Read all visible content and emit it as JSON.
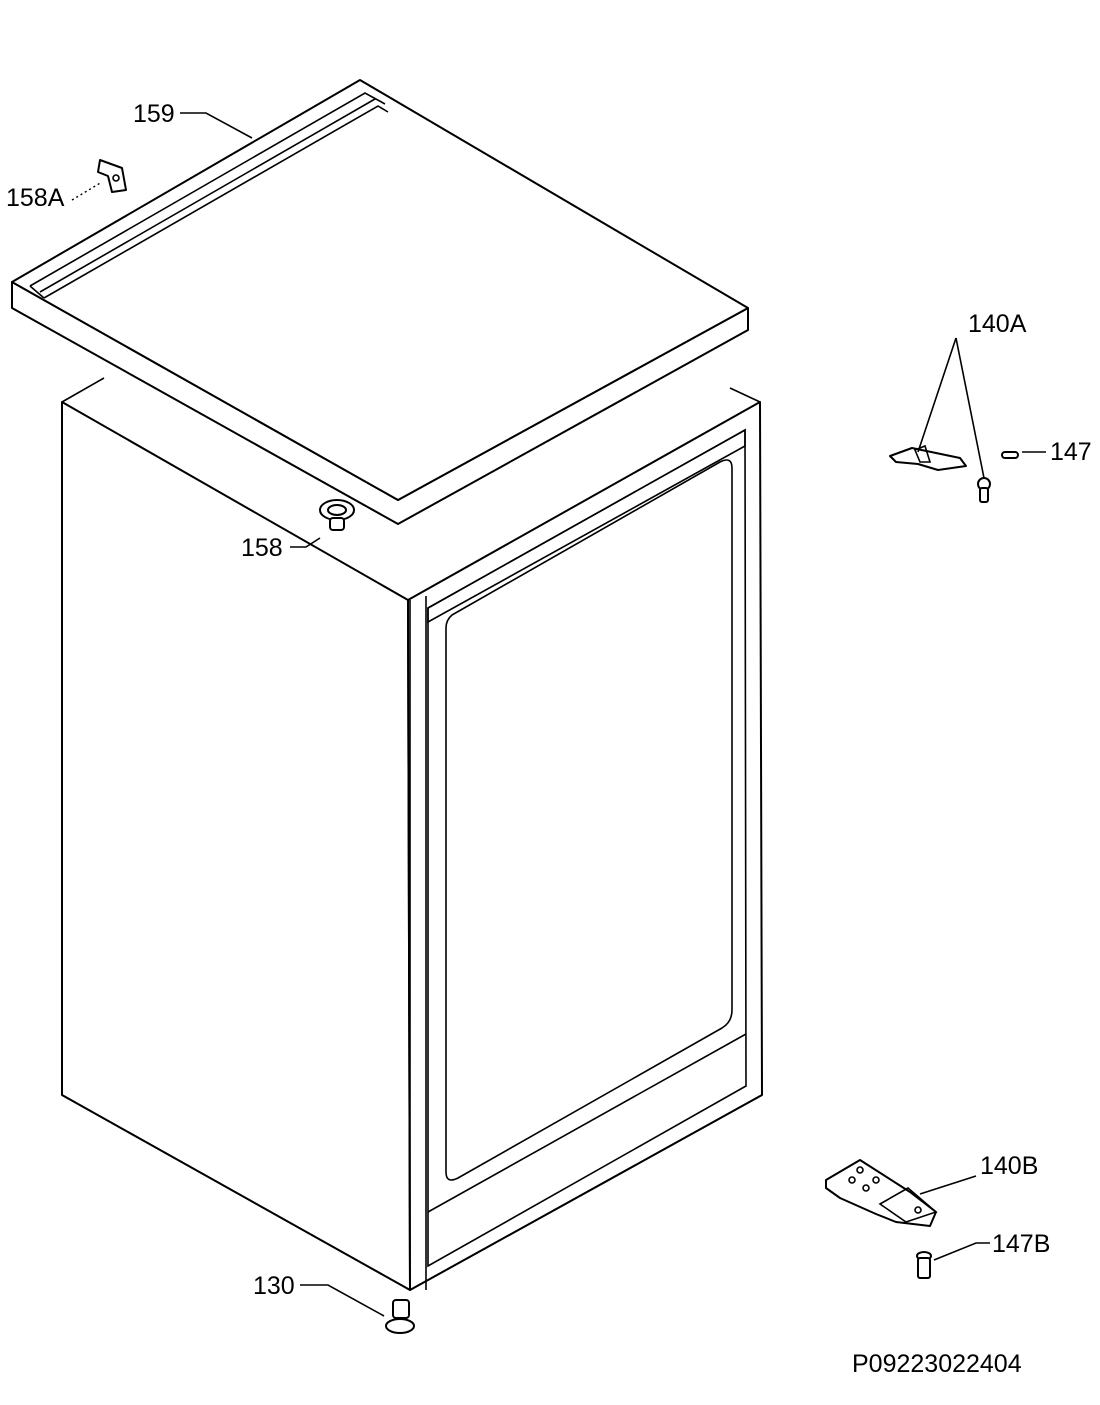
{
  "labels": {
    "l159": "159",
    "l158A": "158A",
    "l158": "158",
    "l140A": "140A",
    "l147": "147",
    "l140B": "140B",
    "l147B": "147B",
    "l130": "130"
  },
  "drawing_code": "P09223022404"
}
